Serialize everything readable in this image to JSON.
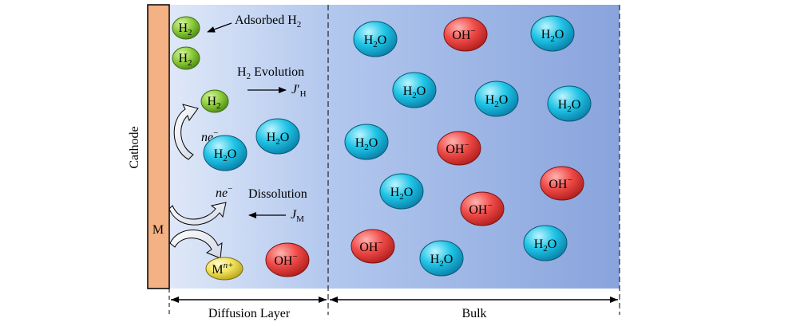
{
  "labels": {
    "cathode": "Cathode",
    "metal": "M",
    "adsorbed_h2": "Adsorbed H",
    "adsorbed_h2_sub": "2",
    "h2_evolution": "H",
    "h2_evolution_sub": "2",
    "h2_evolution_rest": " Evolution",
    "j_h": "J",
    "j_h_prime": "′",
    "j_h_sub": "H",
    "ne_top": "ne",
    "ne_top_sup": "−",
    "ne_bottom": "ne",
    "ne_bottom_sup": "−",
    "dissolution": "Dissolution",
    "j_m": "J",
    "j_m_sub": "M",
    "diffusion_layer": "Diffusion Layer",
    "bulk": "Bulk"
  },
  "molecules": {
    "h2_main": "H",
    "h2_sub": "2",
    "h2o_h": "H",
    "h2o_sub": "2",
    "h2o_o": "O",
    "oh_main": "OH",
    "oh_sup": "−",
    "mn_main": "M",
    "mn_sup": "n+"
  },
  "colors": {
    "cathode": "#f4b183",
    "h2": "#8fce3c",
    "h2o": "#1fc4e6",
    "oh": "#ef4b48",
    "ion": "#f2e25c",
    "bulk_bg": "#8aa6dd"
  }
}
